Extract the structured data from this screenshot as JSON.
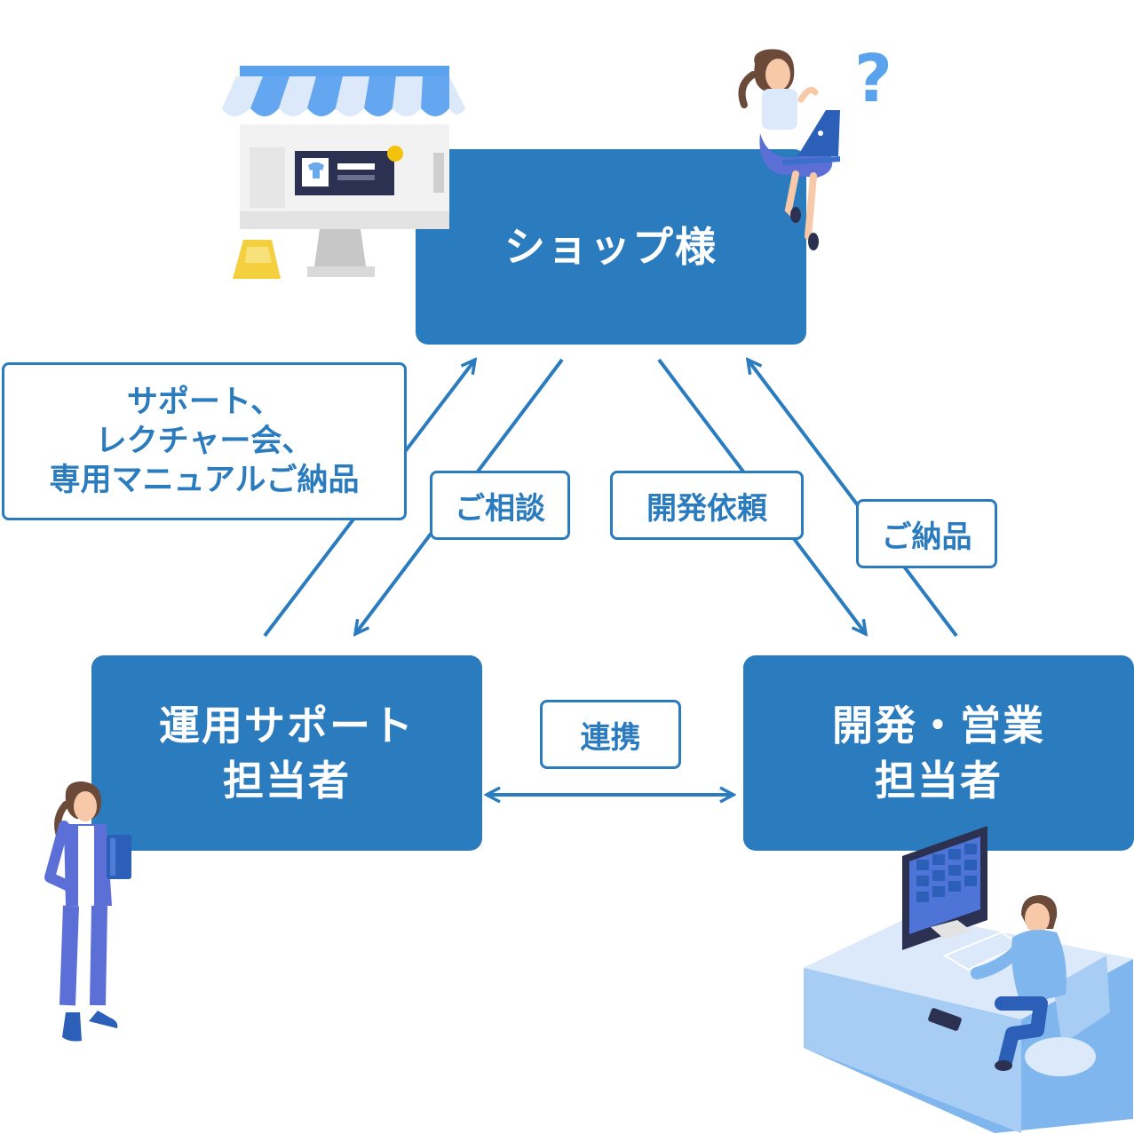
{
  "nodes": {
    "shop": {
      "label": "ショップ様"
    },
    "support": {
      "line1": "運用サポート",
      "line2": "担当者"
    },
    "dev": {
      "line1": "開発・営業",
      "line2": "担当者"
    }
  },
  "edge_labels": {
    "support_services": [
      "サポート、",
      "レクチャー会、",
      "専用マニュアルご納品"
    ],
    "consult": "ご相談",
    "dev_request": "開発依頼",
    "delivery": "ご納品",
    "cooperation": "連携"
  },
  "illustrations": {
    "shop_storefront": "storefront-monitor-icon",
    "customer": "woman-with-laptop-icon",
    "question": "question-mark-icon",
    "support_person": "woman-with-book-icon",
    "developer": "man-at-desk-computer-icon"
  },
  "colors": {
    "primary": "#2b7bbf",
    "accent_light": "#6aa9ec"
  }
}
